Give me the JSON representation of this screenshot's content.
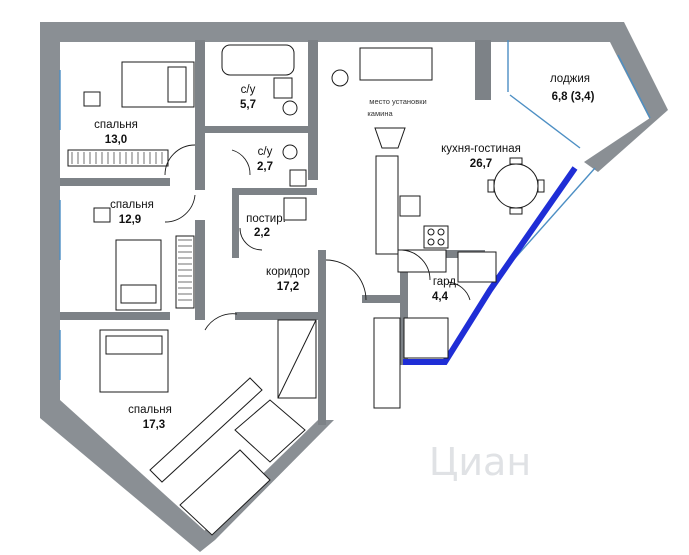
{
  "colors": {
    "wall": "#8a8f94",
    "glazing": "#4d8fc4",
    "highlight_wall": "#1f2ed6",
    "background": "#ffffff"
  },
  "rooms": {
    "bedroom1": {
      "name": "спальня",
      "area": "13,0"
    },
    "bath1": {
      "name": "с/у",
      "area": "5,7"
    },
    "bath2": {
      "name": "с/у",
      "area": "2,7"
    },
    "storage": {
      "name": "постир.",
      "area": "2,2"
    },
    "bedroom2": {
      "name": "спальня",
      "area": "12,9"
    },
    "corridor": {
      "name": "коридор",
      "area": "17,2"
    },
    "kitchen": {
      "name": "кухня-гостиная",
      "area": "26,7"
    },
    "loggia": {
      "name": "лоджия",
      "area": "6,8 (3,4)"
    },
    "wardrobe": {
      "name": "гард.",
      "area": "4,4"
    },
    "bedroom3": {
      "name": "спальня",
      "area": "17,3"
    }
  },
  "fireplace_note": {
    "line1": "место установки",
    "line2": "камина"
  },
  "watermark": "Циан"
}
